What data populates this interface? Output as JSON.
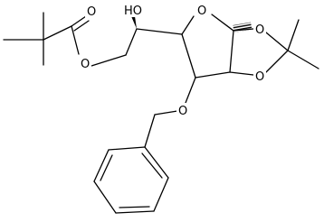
{
  "atom_labels": {
    "ho": "HO",
    "o_ring": "O",
    "o_carbonyl": "O",
    "o_ester": "O",
    "o_dioxolane_top": "O",
    "o_dioxolane_bottom": "O",
    "o_benzyl": "O"
  },
  "colors": {
    "ink": "#000000",
    "background": "#ffffff"
  }
}
